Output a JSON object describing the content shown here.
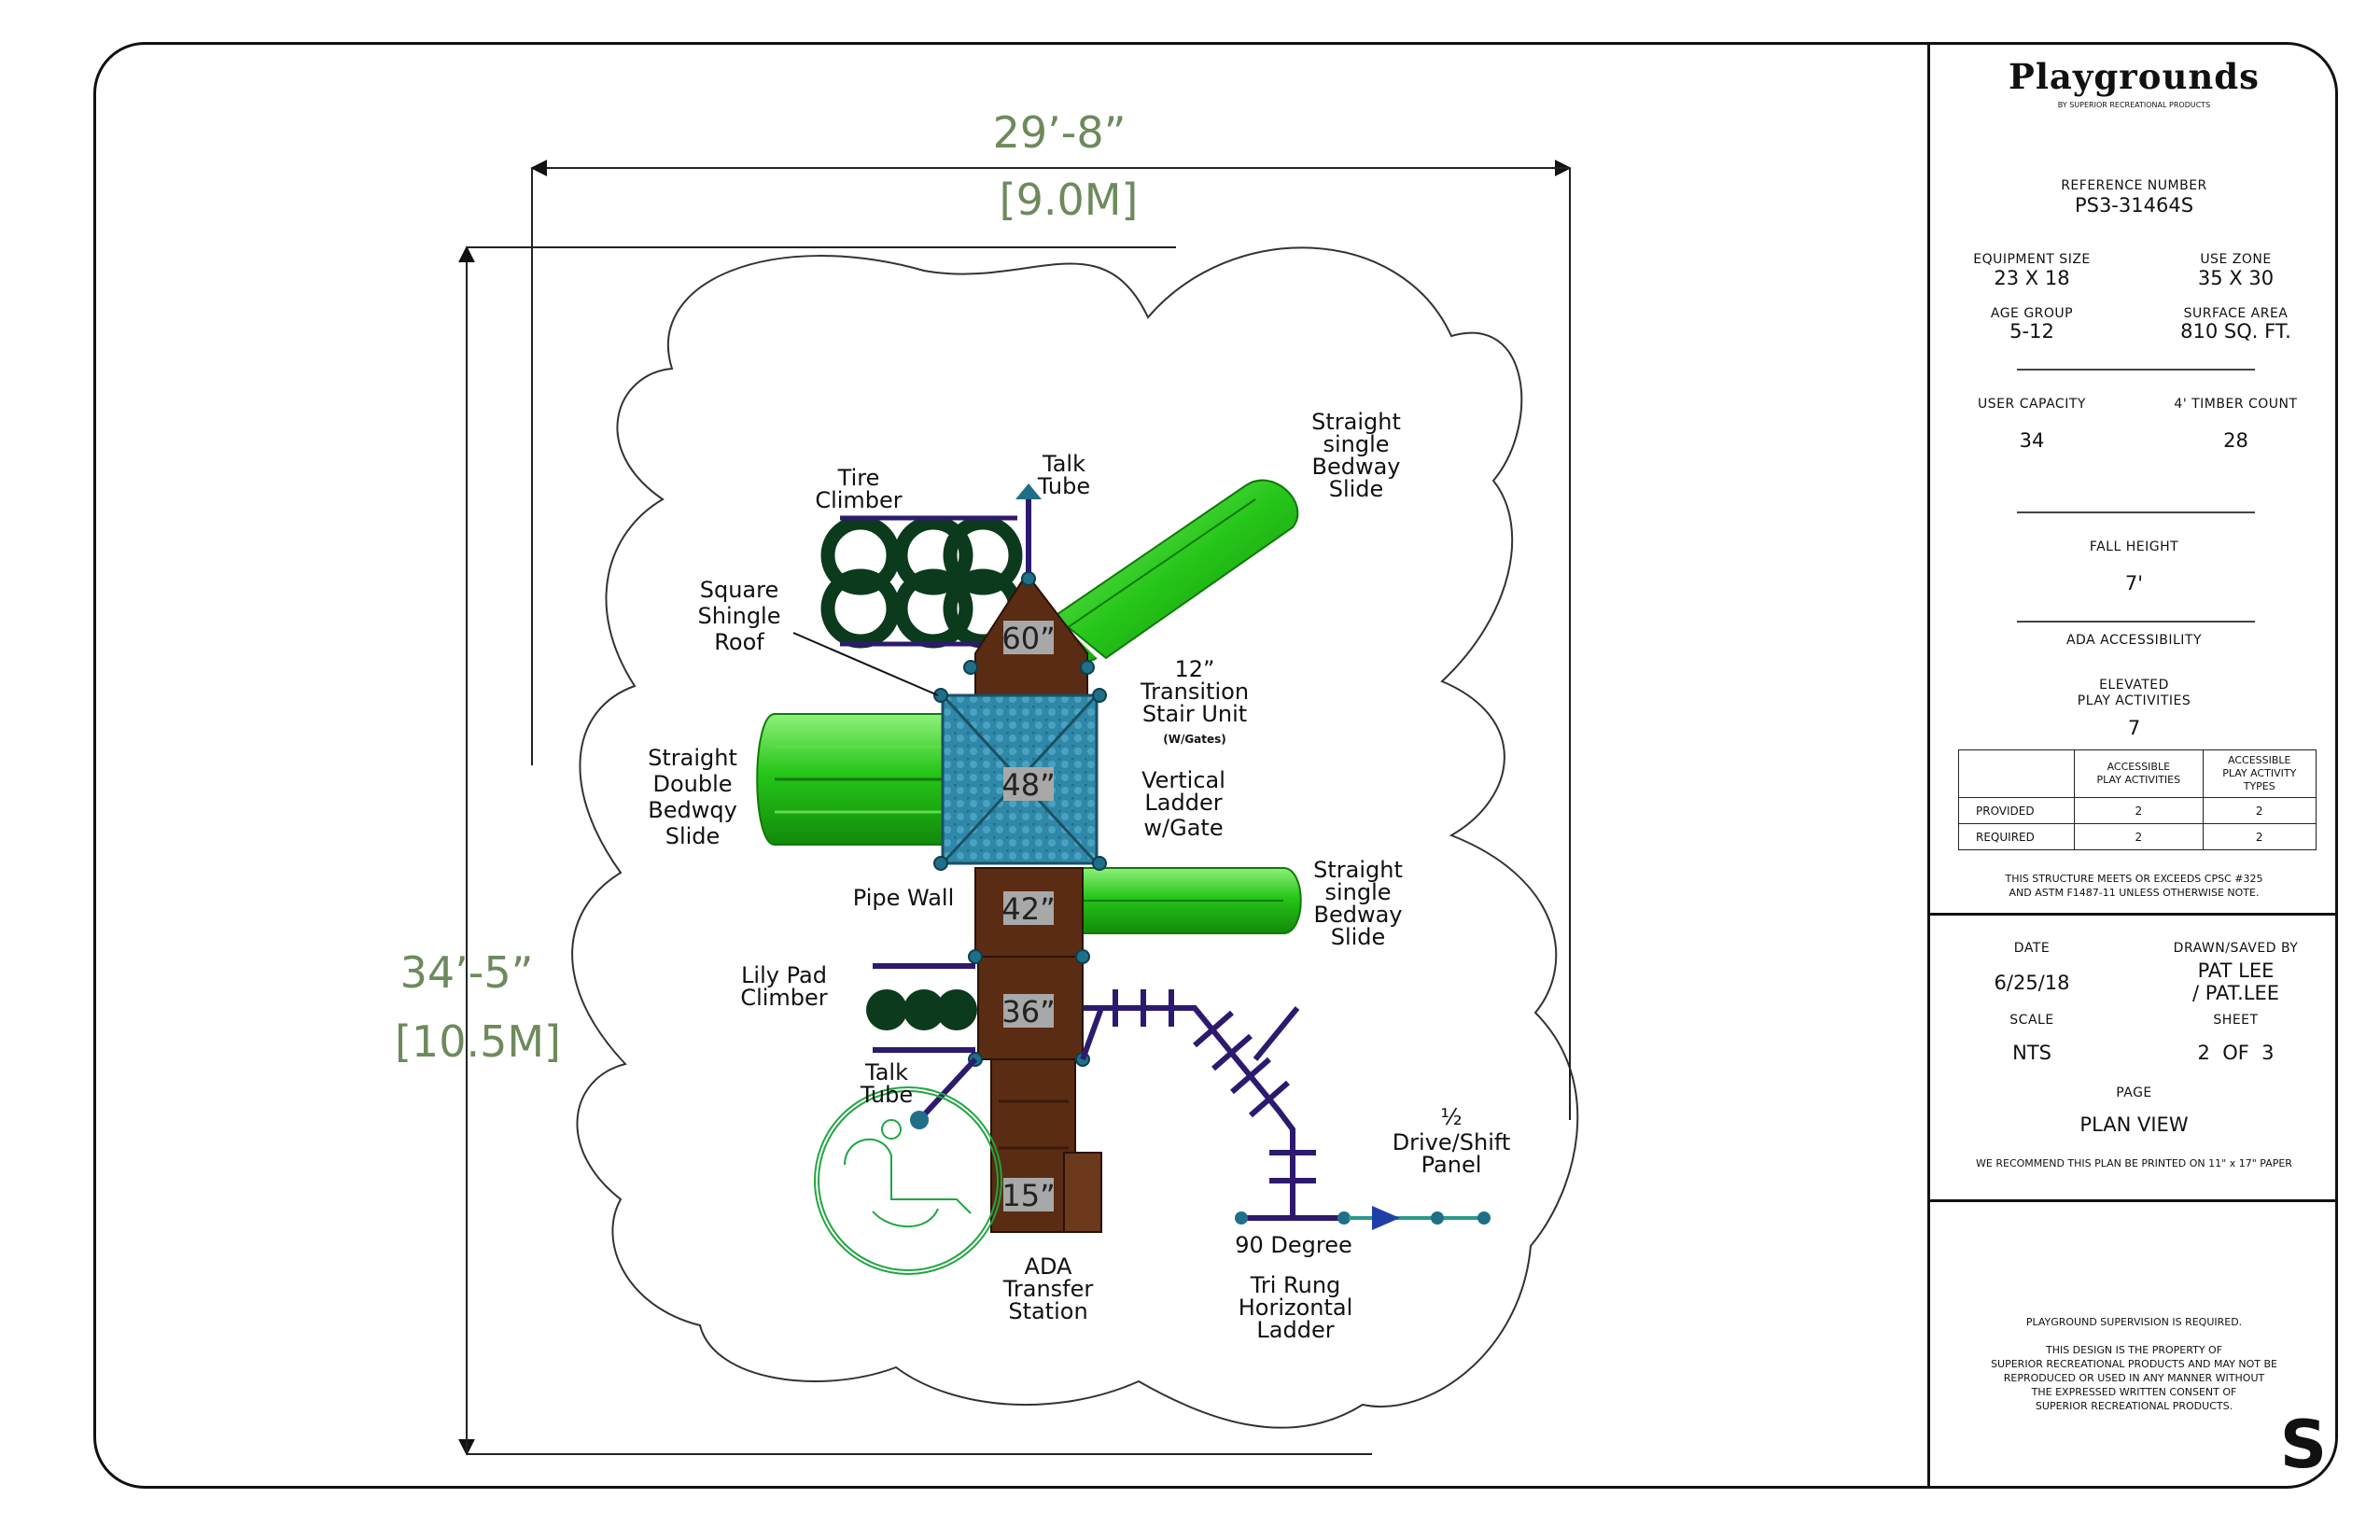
{
  "dimensions": {
    "width_ft": "29’-8”",
    "width_m": "[9.0M]",
    "height_ft": "34’-5”",
    "height_m": "[10.5M]"
  },
  "callouts": {
    "tire_climber": [
      "Tire",
      "Climber"
    ],
    "talk_tube_top": [
      "Talk",
      "Tube"
    ],
    "slide_top_right": [
      "Straight",
      "single",
      "Bedway",
      "Slide"
    ],
    "square_shingle_roof": [
      "Square",
      "Shingle",
      "Roof"
    ],
    "transition_stair": [
      "12”",
      "Transition",
      "Stair Unit"
    ],
    "transition_stair_note": "(W/Gates)",
    "double_slide": [
      "Straight",
      "Double",
      "Bedwqy",
      "Slide"
    ],
    "vertical_ladder": [
      "Vertical",
      "Ladder",
      "w/Gate"
    ],
    "slide_mid_right": [
      "Straight",
      "single",
      "Bedway",
      "Slide"
    ],
    "pipe_wall": "Pipe Wall",
    "lily_pad": [
      "Lily Pad",
      "Climber"
    ],
    "talk_tube_bottom": [
      "Talk",
      "Tube"
    ],
    "drive_shift": [
      "½",
      "Drive/Shift",
      "Panel"
    ],
    "degree_90": "90 Degree",
    "tri_rung": [
      "Tri Rung",
      "Horizontal",
      "Ladder"
    ],
    "ada_transfer": [
      "ADA",
      "Transfer",
      "Station"
    ]
  },
  "deck_heights": [
    "60”",
    "48”",
    "42”",
    "36”",
    "15”"
  ],
  "colors": {
    "slide_green": "#22c414",
    "tire_green": "#0b3a1c",
    "deck_brown": "#5a2c13",
    "roof_teal": "#2f88a8",
    "pipe_purple": "#2d1a6e",
    "dimension_green": "#6e8a5c",
    "ada_symbol": "#1fa640"
  },
  "title_block": {
    "brand": "Playgrounds",
    "brand_sub": "BY SUPERIOR RECREATIONAL PRODUCTS",
    "reference_label": "REFERENCE NUMBER",
    "reference_value": "PS3-31464S",
    "equipment_size_label": "EQUIPMENT SIZE",
    "equipment_size_value": "23 X 18",
    "use_zone_label": "USE ZONE",
    "use_zone_value": "35 X 30",
    "age_group_label": "AGE GROUP",
    "age_group_value": "5-12",
    "surface_area_label": "SURFACE AREA",
    "surface_area_value": "810 SQ. FT.",
    "user_capacity_label": "USER CAPACITY",
    "user_capacity_value": "34",
    "timber_count_label": "4' TIMBER COUNT",
    "timber_count_value": "28",
    "fall_height_label": "FALL HEIGHT",
    "fall_height_value": "7'",
    "ada_label": "ADA ACCESSIBILITY",
    "elevated_label_1": "ELEVATED",
    "elevated_label_2": "PLAY ACTIVITIES",
    "elevated_value": "7",
    "table": {
      "col1": [
        "ACCESSIBLE",
        "PLAY ACTIVITIES"
      ],
      "col2": [
        "ACCESSIBLE",
        "PLAY ACTIVITY",
        "TYPES"
      ],
      "rows": [
        {
          "label": "PROVIDED",
          "a": "2",
          "b": "2"
        },
        {
          "label": "REQUIRED",
          "a": "2",
          "b": "2"
        }
      ]
    },
    "cpsc_note_1": "THIS STRUCTURE MEETS OR EXCEEDS CPSC #325",
    "cpsc_note_2": "AND ASTM F1487-11 UNLESS OTHERWISE NOTE.",
    "date_label": "DATE",
    "date_value": "6/25/18",
    "drawn_label": "DRAWN/SAVED BY",
    "drawn_value_1": "PAT LEE",
    "drawn_value_2": "/ PAT.LEE",
    "scale_label": "SCALE",
    "scale_value": "NTS",
    "sheet_label": "SHEET",
    "sheet_value": "2  OF  3",
    "page_label": "PAGE",
    "page_value": "PLAN VIEW",
    "print_note": "WE RECOMMEND THIS PLAN BE PRINTED ON 11\" x 17\" PAPER",
    "supervision_note": "PLAYGROUND SUPERVISION IS REQUIRED.",
    "property_notes": [
      "THIS DESIGN IS THE PROPERTY OF",
      "SUPERIOR RECREATIONAL PRODUCTS AND MAY NOT BE",
      "REPRODUCED OR USED IN ANY MANNER WITHOUT",
      "THE EXPRESSED WRITTEN CONSENT OF",
      "SUPERIOR RECREATIONAL PRODUCTS."
    ],
    "logo_letter": "S"
  }
}
